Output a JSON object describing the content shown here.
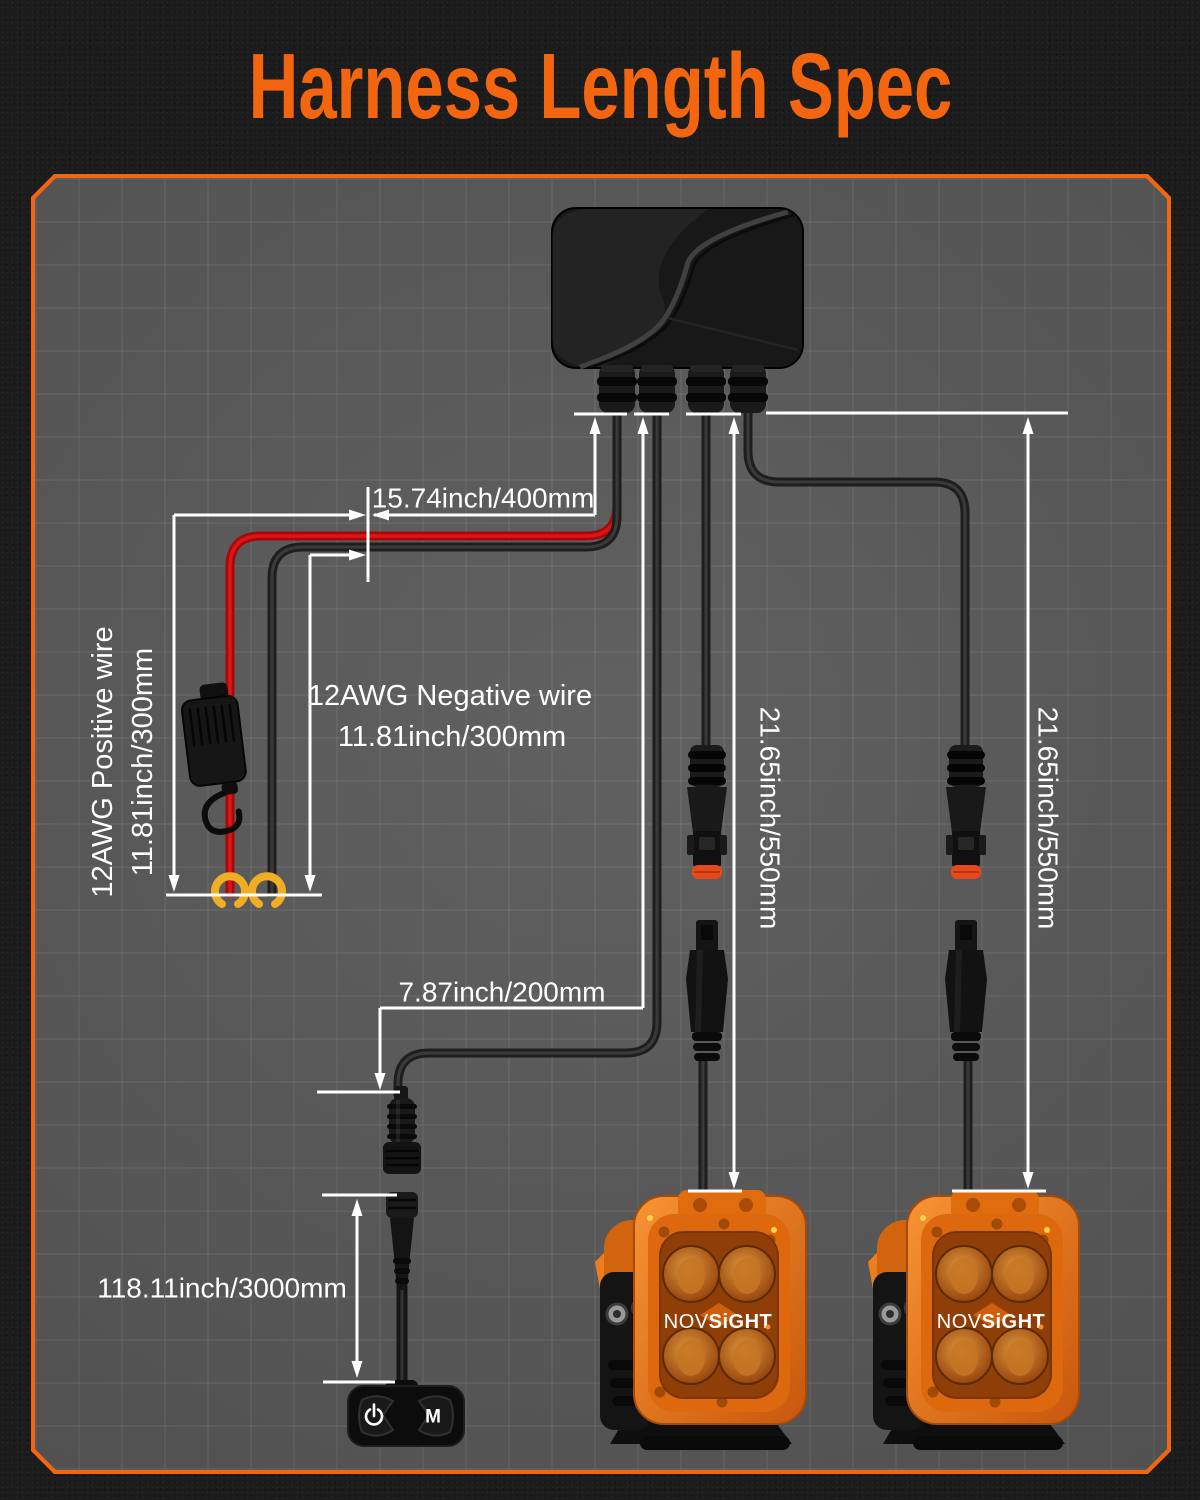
{
  "title": "Harness Length Spec",
  "diagram": {
    "dim_controller_branch": "15.74inch/400mm",
    "positive_wire_line1": "12AWG Positive wire",
    "positive_wire_line2": "11.81inch/300mm",
    "negative_wire_line1": "12AWG Negative wire",
    "negative_wire_line2": "11.81inch/300mm",
    "dim_switch_branch": "7.87inch/200mm",
    "dim_left_light_lead": "21.65inch/550mm",
    "dim_right_light_lead": "21.65inch/550mm",
    "dim_switch_cable": "118.11inch/3000mm"
  },
  "brand": {
    "prefix": "NOV",
    "suffix": "SiGHT"
  },
  "switch": {
    "mode_label": "M",
    "power_icon": "power-symbol"
  },
  "colors": {
    "accent_orange": "#f4650f",
    "wire_red": "#e01414",
    "terminal_gold": "#f1ad24",
    "seal_orange": "#e64a1c",
    "panel_gray": "#585858"
  }
}
